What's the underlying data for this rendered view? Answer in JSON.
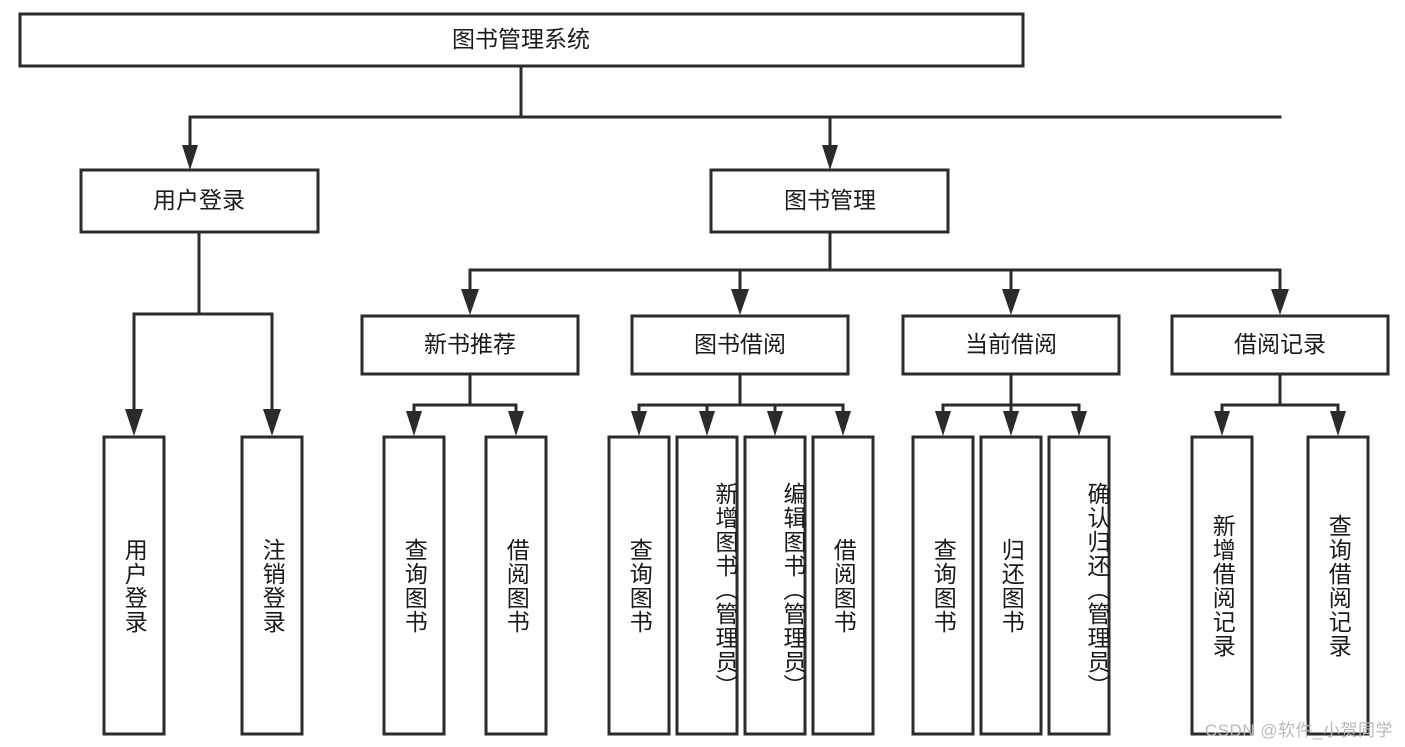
{
  "diagram": {
    "title_node": {
      "label": "图书管理系统"
    },
    "level2": [
      {
        "id": "user-login",
        "label": "用户登录"
      },
      {
        "id": "book-management",
        "label": "图书管理"
      }
    ],
    "level3": [
      {
        "id": "new-book-recommend",
        "label": "新书推荐"
      },
      {
        "id": "book-borrow",
        "label": "图书借阅"
      },
      {
        "id": "current-borrow",
        "label": "当前借阅"
      },
      {
        "id": "borrow-record",
        "label": "借阅记录"
      }
    ],
    "leaves": [
      {
        "id": "leaf-user-login",
        "label": "用户登录",
        "parent": "user-login"
      },
      {
        "id": "leaf-logout-login",
        "label": "注销登录",
        "parent": "user-login"
      },
      {
        "id": "leaf-query-book-1",
        "label": "查询图书",
        "parent": "new-book-recommend"
      },
      {
        "id": "leaf-borrow-book-1",
        "label": "借阅图书",
        "parent": "new-book-recommend"
      },
      {
        "id": "leaf-query-book-2",
        "label": "查询图书",
        "parent": "book-borrow"
      },
      {
        "id": "leaf-add-book",
        "label": "新增图书（管理员）",
        "parent": "book-borrow"
      },
      {
        "id": "leaf-edit-book",
        "label": "编辑图书（管理员）",
        "parent": "book-borrow"
      },
      {
        "id": "leaf-borrow-book-2",
        "label": "借阅图书",
        "parent": "book-borrow"
      },
      {
        "id": "leaf-query-book-3",
        "label": "查询图书",
        "parent": "current-borrow"
      },
      {
        "id": "leaf-return-book",
        "label": "归还图书",
        "parent": "current-borrow"
      },
      {
        "id": "leaf-confirm-return",
        "label": "确认归还（管理员）",
        "parent": "current-borrow"
      },
      {
        "id": "leaf-add-record",
        "label": "新增借阅记录",
        "parent": "borrow-record"
      },
      {
        "id": "leaf-query-record",
        "label": "查询借阅记录",
        "parent": "borrow-record"
      }
    ]
  },
  "watermark": {
    "text": "CSDN @软件_小贺同学"
  },
  "colors": {
    "stroke": "#2b2b2b",
    "fill": "#ffffff",
    "text": "#1a1a1a",
    "watermark": "#b9b9b9"
  }
}
